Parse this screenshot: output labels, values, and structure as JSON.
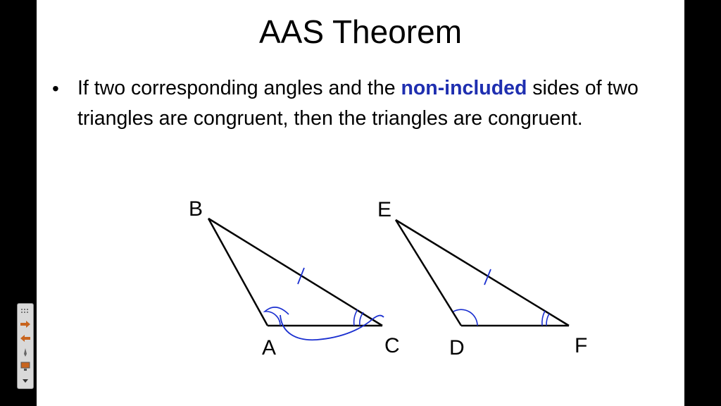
{
  "slide": {
    "title": "AAS Theorem",
    "bullet": {
      "marker": "•",
      "text_before": "If two corresponding angles and the ",
      "highlight": "non-included",
      "text_after": " sides of two triangles are congruent, then the triangles are congruent."
    },
    "colors": {
      "highlight": "#1f2fb0",
      "annotation": "#1a2fd0",
      "background": "#ffffff"
    }
  },
  "diagram": {
    "triangle1": {
      "vertices": [
        "A",
        "B",
        "C"
      ],
      "labels": {
        "A": "A",
        "B": "B",
        "C": "C"
      }
    },
    "triangle2": {
      "vertices": [
        "D",
        "E",
        "F"
      ],
      "labels": {
        "D": "D",
        "E": "E",
        "F": "F"
      }
    }
  },
  "toolbar": {
    "icons": [
      "grip-icon",
      "arrow-right-icon",
      "arrow-left-icon",
      "pen-icon",
      "monitor-icon",
      "dropdown-icon"
    ]
  }
}
